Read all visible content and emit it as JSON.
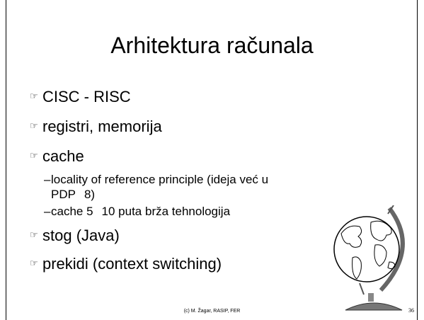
{
  "slide": {
    "title": "Arhitektura računala",
    "bullets": [
      "CISC - RISC",
      "registri, memorija",
      "cache",
      "stog (Java)",
      "prekidi (context switching)"
    ],
    "cache_sub": {
      "item1_dash": "–",
      "item1_line1": "locality of reference principle (ideja već u",
      "item1_line2_a": "PDP",
      "item1_line2_b": "8)",
      "item2_dash": "–",
      "item2_a": "cache 5",
      "item2_b": "10 puta brža tehnologija"
    },
    "bullet_icon": "☞",
    "footer": "(c) M. Žagar, RASIP, FER",
    "page_number": "36",
    "icons": {
      "bullet": "pointing-hand-icon",
      "illustration": "globe-icon"
    }
  }
}
